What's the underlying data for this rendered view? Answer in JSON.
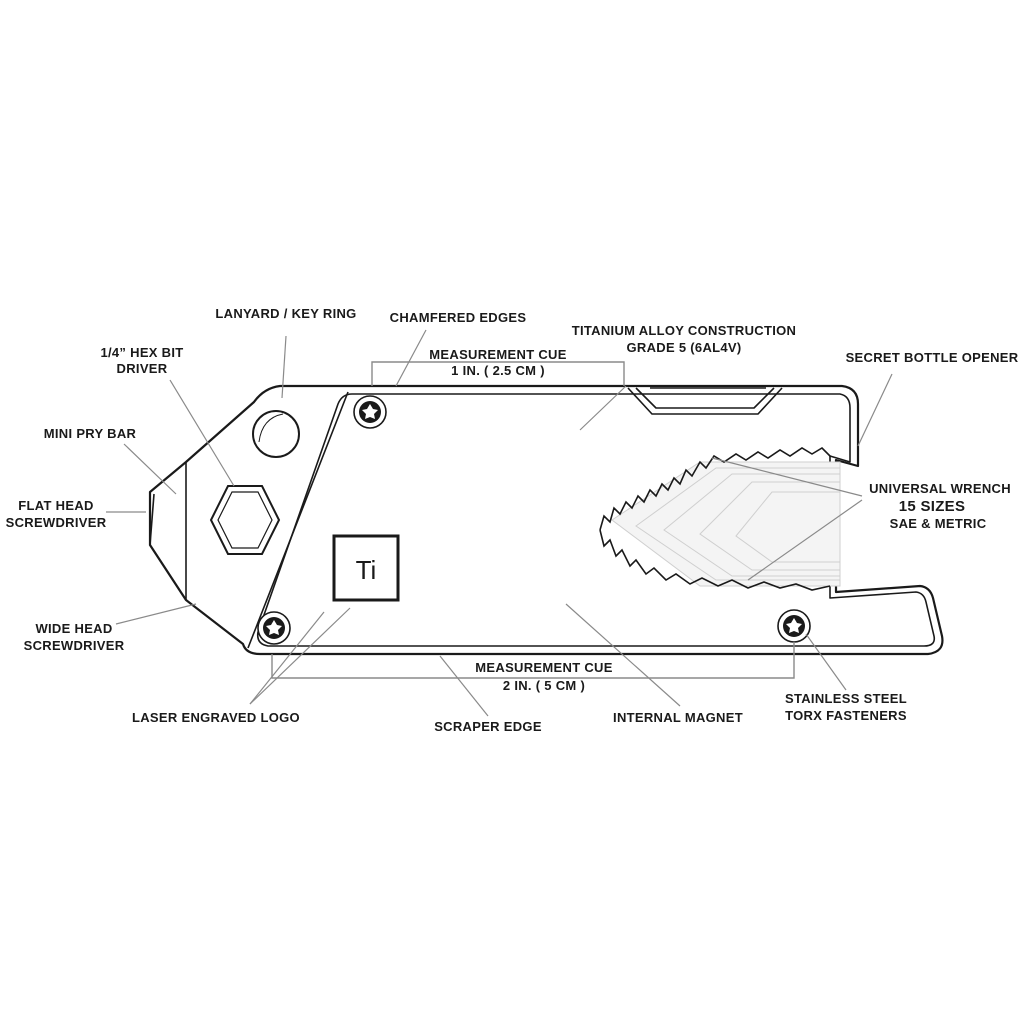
{
  "labels": {
    "lanyard": "LANYARD / KEY RING",
    "hex_bit_line1": "1/4” HEX BIT",
    "hex_bit_line2": "DRIVER",
    "mini_pry": "MINI PRY BAR",
    "flat_head_line1": "FLAT HEAD",
    "flat_head_line2": "SCREWDRIVER",
    "wide_head_line1": "WIDE HEAD",
    "wide_head_line2": "SCREWDRIVER",
    "chamfered": "CHAMFERED EDGES",
    "cue_top_line1": "MEASUREMENT CUE",
    "cue_top_line2": "1 IN. ( 2.5 CM )",
    "titanium_line1": "TITANIUM ALLOY CONSTRUCTION",
    "titanium_line2": "GRADE 5 (6AL4V)",
    "bottle_opener": "SECRET BOTTLE OPENER",
    "wrench_line1": "UNIVERSAL WRENCH",
    "wrench_line2": "15 SIZES",
    "wrench_line3": "SAE & METRIC",
    "logo_text": "Ti",
    "laser_logo": "LASER ENGRAVED LOGO",
    "cue_bottom_line1": "MEASUREMENT CUE",
    "cue_bottom_line2": "2 IN. ( 5 CM )",
    "scraper": "SCRAPER EDGE",
    "magnet": "INTERNAL MAGNET",
    "torx_line1": "STAINLESS STEEL",
    "torx_line2": "TORX FASTENERS"
  }
}
